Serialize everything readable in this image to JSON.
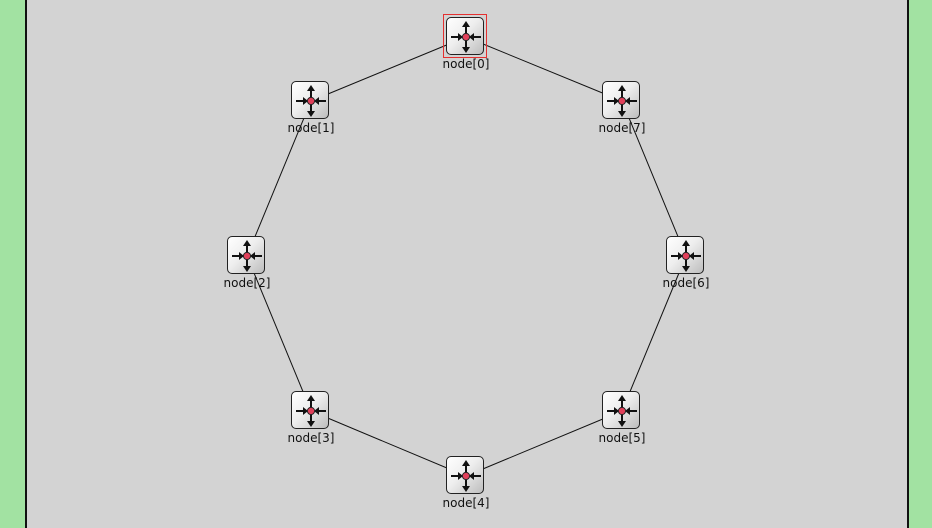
{
  "network": {
    "background": "#d3d3d3",
    "frame_color": "#a2e2a2",
    "node_icon": "router-arrows-icon",
    "selected_node": 0,
    "nodes": [
      {
        "id": 0,
        "label": "node[0]"
      },
      {
        "id": 1,
        "label": "node[1]"
      },
      {
        "id": 2,
        "label": "node[2]"
      },
      {
        "id": 3,
        "label": "node[3]"
      },
      {
        "id": 4,
        "label": "node[4]"
      },
      {
        "id": 5,
        "label": "node[5]"
      },
      {
        "id": 6,
        "label": "node[6]"
      },
      {
        "id": 7,
        "label": "node[7]"
      }
    ],
    "links": [
      [
        0,
        1
      ],
      [
        1,
        2
      ],
      [
        2,
        3
      ],
      [
        3,
        4
      ],
      [
        4,
        5
      ],
      [
        5,
        6
      ],
      [
        6,
        7
      ],
      [
        7,
        0
      ]
    ]
  }
}
